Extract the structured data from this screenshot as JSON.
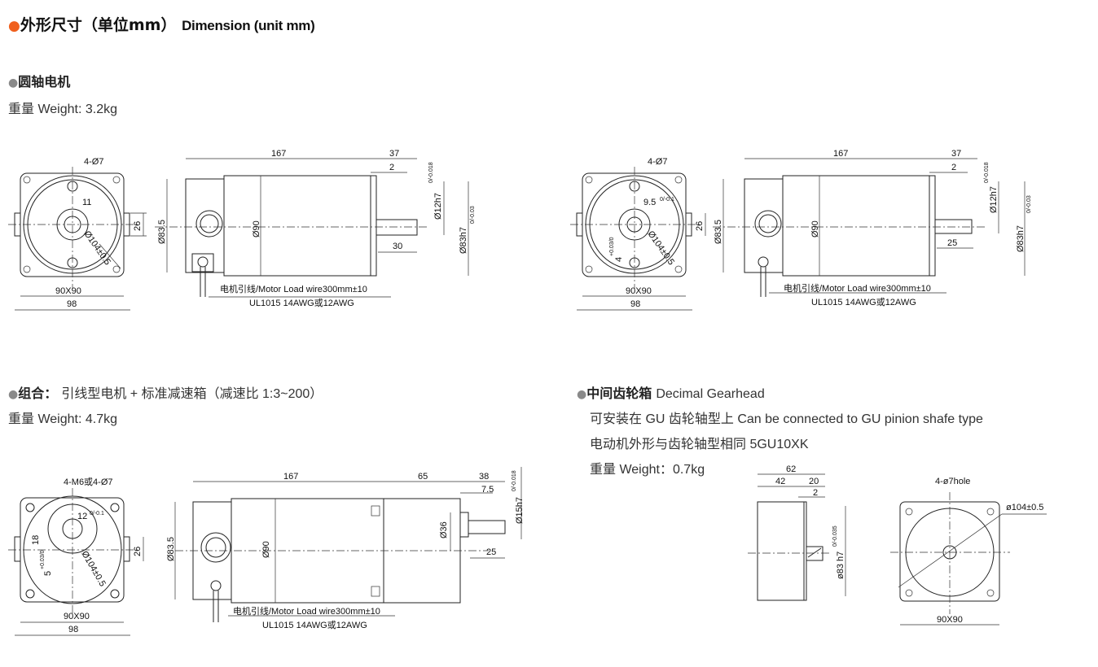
{
  "header": {
    "bullet_color": "#f0601e",
    "title_cn": "外形尺寸（单位mm）",
    "title_en": "Dimension (unit mm)"
  },
  "sections": {
    "round_shaft": {
      "title": "圆轴电机",
      "weight": "重量 Weight: 3.2kg"
    },
    "combo": {
      "title": "组合：",
      "subtitle": "引线型电机 + 标准减速箱（减速比 1:3~200）",
      "weight": "重量 Weight: 4.7kg"
    },
    "gearhead": {
      "title": "中间齿轮箱",
      "title_en": "Decimal Gearhead",
      "line1": "可安装在 GU 齿轮轴型上 Can be connected to GU pinion shafe type",
      "line2": "电动机外形与齿轮轴型相同 5GU10XK",
      "weight": "重量 Weight：0.7kg"
    }
  },
  "drawing1": {
    "holes": "4-Ø7",
    "key": "11",
    "pcd": "Ø104±0.5",
    "square": "90X90",
    "width": "98",
    "ear": "26",
    "length": "167",
    "shaft_len": "37",
    "step": "2",
    "key_len": "30",
    "dia_body": "Ø83.5",
    "dia_90": "Ø90",
    "dia_shaft": "Ø12h7",
    "dia_shaft_tol": "0/-0.018",
    "dia_pilot": "Ø83h7",
    "dia_pilot_tol": "0/-0.03",
    "wire1": "电机引线/Motor Load wire300mm±10",
    "wire2": "UL1015 14AWG或12AWG"
  },
  "drawing2": {
    "holes": "4-Ø7",
    "flat": "9.5",
    "flat_tol": "0/-0.1",
    "flat_h": "4",
    "flat_h_tol": "+0.03/0",
    "pcd": "Ø104±0.5",
    "square": "90X90",
    "width": "98",
    "ear": "26",
    "length": "167",
    "shaft_len": "37",
    "step": "2",
    "key_len": "25",
    "dia_body": "Ø83.5",
    "dia_90": "Ø90",
    "dia_shaft": "Ø12h7",
    "dia_shaft_tol": "0/-0.018",
    "dia_pilot": "Ø83h7",
    "dia_pilot_tol": "0/-0.03",
    "wire1": "电机引线/Motor Load wire300mm±10",
    "wire2": "UL1015 14AWG或12AWG"
  },
  "drawing3": {
    "holes": "4-M6或4-Ø7",
    "key": "12",
    "key_tol": "0/-0.1",
    "offset": "18",
    "keyh": "5",
    "keyh_tol": "+0.03/0",
    "pcd": "Ø104±0.5",
    "square": "90X90",
    "width": "98",
    "ear": "26",
    "length": "167",
    "gear_len": "65",
    "shaft_len": "38",
    "step": "7.5",
    "key_len": "25",
    "dia_body": "Ø83.5",
    "dia_90": "Ø90",
    "dia_boss": "Ø36",
    "dia_shaft": "Ø15h7",
    "dia_shaft_tol": "0/-0.018",
    "wire1": "电机引线/Motor Load wire300mm±10",
    "wire2": "UL1015 14AWG或12AWG"
  },
  "drawing4": {
    "total": "62",
    "body": "42",
    "shaft": "20",
    "step": "2",
    "dia_pilot": "ø83 h7",
    "dia_pilot_tol": "0/-0.035",
    "holes": "4-ø7hole",
    "pcd": "ø104±0.5",
    "square": "90X90"
  }
}
